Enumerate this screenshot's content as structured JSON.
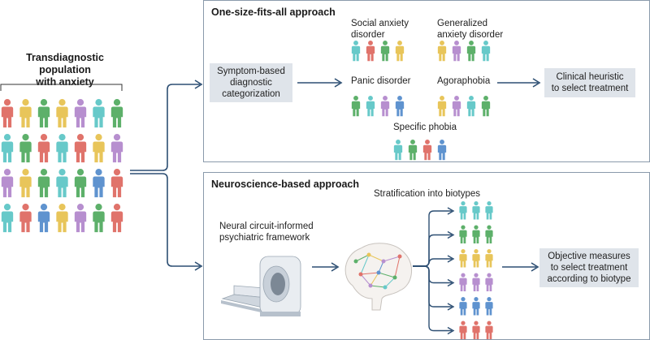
{
  "colors": {
    "panel_border": "#8a9aab",
    "arrow": "#2d4f73",
    "box_fill": "#dfe4ea",
    "person_red": "#e0736b",
    "person_yellow": "#e8c55a",
    "person_green": "#5db06a",
    "person_purple": "#b78fcf",
    "person_teal": "#67c9c9",
    "person_blue": "#5f93cf"
  },
  "population": {
    "title": "Transdiagnostic population with anxiety",
    "title_line1": "Transdiagnostic population",
    "title_line2": "with anxiety",
    "grid_colors": [
      [
        "person_red",
        "person_yellow",
        "person_green",
        "person_yellow",
        "person_purple",
        "person_teal",
        "person_green"
      ],
      [
        "person_teal",
        "person_green",
        "person_red",
        "person_teal",
        "person_red",
        "person_yellow",
        "person_purple"
      ],
      [
        "person_purple",
        "person_yellow",
        "person_green",
        "person_teal",
        "person_green",
        "person_blue",
        "person_red"
      ],
      [
        "person_teal",
        "person_red",
        "person_blue",
        "person_yellow",
        "person_purple",
        "person_green",
        "person_red"
      ]
    ]
  },
  "top_panel": {
    "title": "One-size-fits-all approach",
    "symptom_box_line1": "Symptom-based",
    "symptom_box_line2": "diagnostic",
    "symptom_box_line3": "categorization",
    "groups": [
      {
        "label_line1": "Social anxiety",
        "label_line2": "disorder",
        "people": [
          "person_teal",
          "person_red",
          "person_green",
          "person_yellow"
        ]
      },
      {
        "label_line1": "Generalized",
        "label_line2": "anxiety disorder",
        "people": [
          "person_yellow",
          "person_purple",
          "person_green",
          "person_teal"
        ]
      },
      {
        "label_line1": "Panic disorder",
        "label_line2": "",
        "people": [
          "person_green",
          "person_teal",
          "person_purple",
          "person_blue"
        ]
      },
      {
        "label_line1": "Agoraphobia",
        "label_line2": "",
        "people": [
          "person_yellow",
          "person_purple",
          "person_teal",
          "person_green"
        ]
      },
      {
        "label_line1": "Specific phobia",
        "label_line2": "",
        "people": [
          "person_teal",
          "person_green",
          "person_red",
          "person_blue"
        ]
      }
    ],
    "heuristic_box_line1": "Clinical heuristic",
    "heuristic_box_line2": "to select treatment"
  },
  "bottom_panel": {
    "title": "Neuroscience-based approach",
    "framework_line1": "Neural circuit-informed",
    "framework_line2": "psychiatric framework",
    "stratification_label": "Stratification into biotypes",
    "biotype_rows": [
      "person_teal",
      "person_green",
      "person_yellow",
      "person_purple",
      "person_blue",
      "person_red"
    ],
    "objective_box_line1": "Objective measures",
    "objective_box_line2": "to select treatment",
    "objective_box_line3": "according to biotype"
  }
}
